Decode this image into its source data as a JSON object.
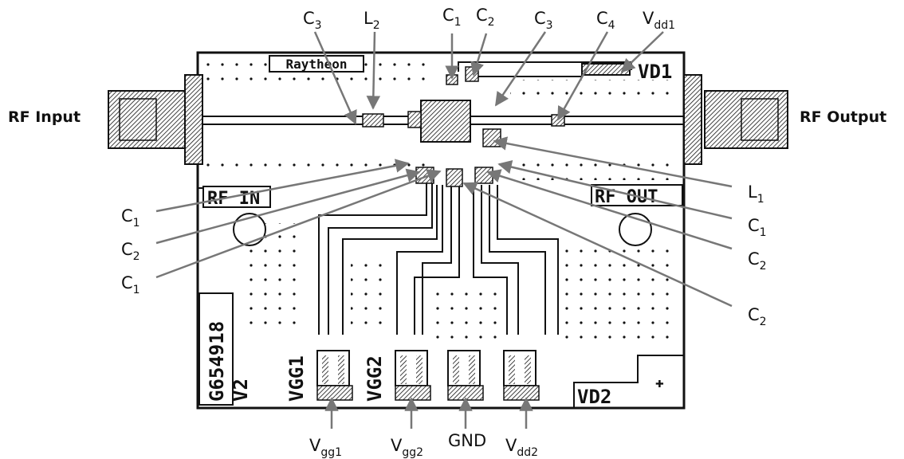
{
  "side_labels": {
    "left": "RF Input",
    "right": "RF Output"
  },
  "silkscreen": {
    "logo": "Raytheon",
    "vd1": "VD1",
    "rf_in": "RF IN",
    "rf_out": "RF OUT",
    "part_line1": "G654918",
    "part_line2": "V2",
    "vgg1": "VGG1",
    "vgg2": "VGG2",
    "vd2": "VD2"
  },
  "callouts": {
    "top": [
      {
        "base": "C",
        "sub": "3"
      },
      {
        "base": "L",
        "sub": "2"
      },
      {
        "base": "C",
        "sub": "1"
      },
      {
        "base": "C",
        "sub": "2"
      },
      {
        "base": "C",
        "sub": "3"
      },
      {
        "base": "C",
        "sub": "4"
      },
      {
        "base": "V",
        "sub": "dd1"
      }
    ],
    "left": [
      {
        "base": "C",
        "sub": "1"
      },
      {
        "base": "C",
        "sub": "2"
      },
      {
        "base": "C",
        "sub": "1"
      }
    ],
    "right": [
      {
        "base": "L",
        "sub": "1"
      },
      {
        "base": "C",
        "sub": "1"
      },
      {
        "base": "C",
        "sub": "2"
      },
      {
        "base": "C",
        "sub": "2"
      }
    ],
    "bottom": [
      {
        "base": "V",
        "sub": "gg1"
      },
      {
        "base": "V",
        "sub": "gg2"
      },
      {
        "base": "GND",
        "sub": ""
      },
      {
        "base": "V",
        "sub": "dd2"
      }
    ]
  },
  "colors": {
    "ink": "#111111",
    "arrow": "#777777",
    "board": "#ffffff"
  }
}
